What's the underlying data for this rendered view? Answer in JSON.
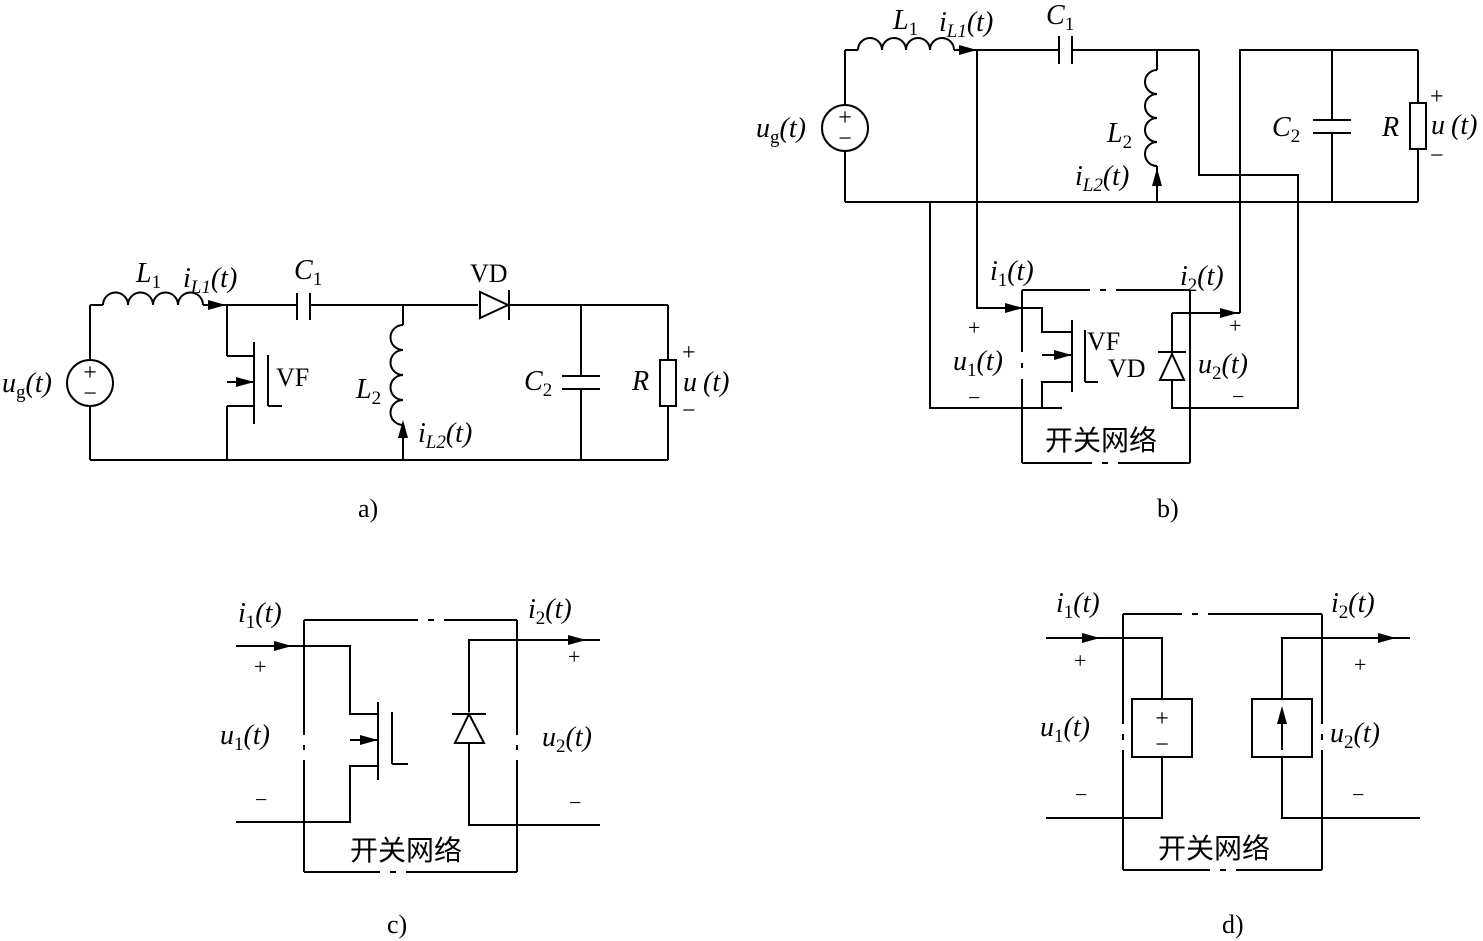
{
  "panels": {
    "a": {
      "caption": "a)",
      "source": {
        "name": "u",
        "sub": "g",
        "arg": "(t)",
        "plus": "+",
        "minus": "−"
      },
      "L1": {
        "name": "L",
        "sub": "1"
      },
      "iL1": {
        "name": "i",
        "sub": "L1",
        "arg": "(t)"
      },
      "C1": {
        "name": "C",
        "sub": "1"
      },
      "VD": "VD",
      "VF": "VF",
      "L2": {
        "name": "L",
        "sub": "2"
      },
      "iL2": {
        "name": "i",
        "sub": "L2",
        "arg": "(t)"
      },
      "C2": {
        "name": "C",
        "sub": "2"
      },
      "R": "R",
      "out": {
        "name": "u",
        "arg": "(t)",
        "plus": "+",
        "minus": "−"
      }
    },
    "b": {
      "caption": "b)",
      "source": {
        "name": "u",
        "sub": "g",
        "arg": "(t)",
        "plus": "+",
        "minus": "−"
      },
      "L1": {
        "name": "L",
        "sub": "1"
      },
      "iL1": {
        "name": "i",
        "sub": "L1",
        "arg": "(t)"
      },
      "C1": {
        "name": "C",
        "sub": "1"
      },
      "L2": {
        "name": "L",
        "sub": "2"
      },
      "iL2": {
        "name": "i",
        "sub": "L2",
        "arg": "(t)"
      },
      "C2": {
        "name": "C",
        "sub": "2"
      },
      "R": "R",
      "out": {
        "name": "u",
        "arg": "(t)",
        "plus": "+",
        "minus": "−"
      },
      "i1": {
        "name": "i",
        "sub": "1",
        "arg": "(t)"
      },
      "i2": {
        "name": "i",
        "sub": "2",
        "arg": "(t)"
      },
      "u1": {
        "name": "u",
        "sub": "1",
        "arg": "(t)",
        "plus": "+",
        "minus": "−"
      },
      "u2": {
        "name": "u",
        "sub": "2",
        "arg": "(t)",
        "plus": "+",
        "minus": "−"
      },
      "VF": "VF",
      "VD": "VD",
      "network": "开关网络"
    },
    "c": {
      "caption": "c)",
      "i1": {
        "name": "i",
        "sub": "1",
        "arg": "(t)"
      },
      "i2": {
        "name": "i",
        "sub": "2",
        "arg": "(t)"
      },
      "u1": {
        "name": "u",
        "sub": "1",
        "arg": "(t)",
        "plus": "+",
        "minus": "−"
      },
      "u2": {
        "name": "u",
        "sub": "2",
        "arg": "(t)",
        "plus": "+",
        "minus": "−"
      },
      "network": "开关网络"
    },
    "d": {
      "caption": "d)",
      "i1": {
        "name": "i",
        "sub": "1",
        "arg": "(t)"
      },
      "i2": {
        "name": "i",
        "sub": "2",
        "arg": "(t)"
      },
      "u1": {
        "name": "u",
        "sub": "1",
        "arg": "(t)",
        "plus": "+",
        "minus": "−"
      },
      "u2": {
        "name": "u",
        "sub": "2",
        "arg": "(t)",
        "plus": "+",
        "minus": "−"
      },
      "vsrc": {
        "plus": "+",
        "minus": "−"
      },
      "network": "开关网络"
    }
  }
}
